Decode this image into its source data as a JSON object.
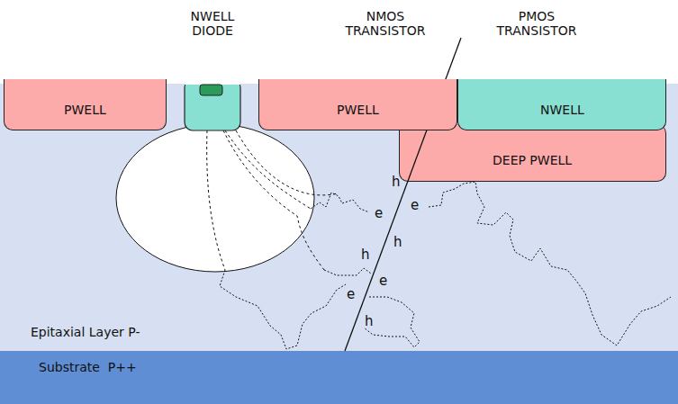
{
  "diagram": {
    "nodes": [
      {
        "text": [
          "PWELL"
        ]
      },
      {
        "text": [
          "PWELL"
        ]
      },
      {
        "text": [
          "NWELL"
        ]
      },
      {
        "text": [
          "DEEP PWELL"
        ]
      },
      {
        "text": [
          "Epitaxial Layer P-"
        ]
      },
      {
        "text": [
          "Substrate  P++"
        ]
      }
    ],
    "labels": [
      "NWELL DIODE",
      "NMOS TRANSISTOR",
      "PMOS TRANSISTOR",
      "h",
      "e",
      "e",
      "h",
      "h",
      "e",
      "e",
      "h"
    ]
  }
}
